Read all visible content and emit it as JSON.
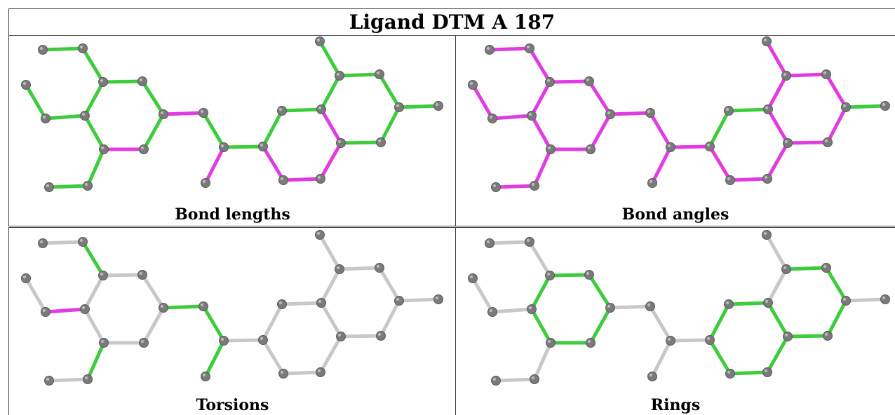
{
  "title": "Ligand DTM A 187",
  "colors": {
    "green": "#3ccc3c",
    "magenta": "#e23be2",
    "gray": "#c8c8c8",
    "atom": "#7a7a7a"
  },
  "panels": [
    {
      "caption": "Bond lengths",
      "bond_colors": [
        "green",
        "green",
        "green",
        "green",
        "green",
        "magenta",
        "green",
        "green",
        "green",
        "green",
        "green",
        "green",
        "magenta",
        "green",
        "magenta",
        "green",
        "green",
        "magenta",
        "magenta",
        "magenta",
        "green",
        "magenta",
        "green",
        "green",
        "green",
        "green",
        "green",
        "green"
      ]
    },
    {
      "caption": "Bond angles",
      "bond_colors": [
        "magenta",
        "magenta",
        "magenta",
        "magenta",
        "magenta",
        "magenta",
        "magenta",
        "magenta",
        "magenta",
        "magenta",
        "magenta",
        "magenta",
        "magenta",
        "magenta",
        "magenta",
        "magenta",
        "green",
        "magenta",
        "magenta",
        "magenta",
        "green",
        "magenta",
        "magenta",
        "magenta",
        "magenta",
        "magenta",
        "magenta",
        "green"
      ]
    },
    {
      "caption": "Torsions",
      "bond_colors": [
        "gray",
        "green",
        "gray",
        "gray",
        "gray",
        "gray",
        "gray",
        "gray",
        "magenta",
        "gray",
        "green",
        "gray",
        "green",
        "green",
        "green",
        "gray",
        "gray",
        "gray",
        "gray",
        "gray",
        "gray",
        "gray",
        "gray",
        "gray",
        "gray",
        "gray",
        "gray",
        "gray"
      ]
    },
    {
      "caption": "Rings",
      "bond_colors": [
        "gray",
        "gray",
        "green",
        "green",
        "green",
        "green",
        "green",
        "green",
        "gray",
        "gray",
        "gray",
        "gray",
        "gray",
        "gray",
        "gray",
        "gray",
        "green",
        "green",
        "green",
        "green",
        "green",
        "green",
        "gray",
        "green",
        "green",
        "green",
        "green",
        "gray"
      ]
    }
  ]
}
